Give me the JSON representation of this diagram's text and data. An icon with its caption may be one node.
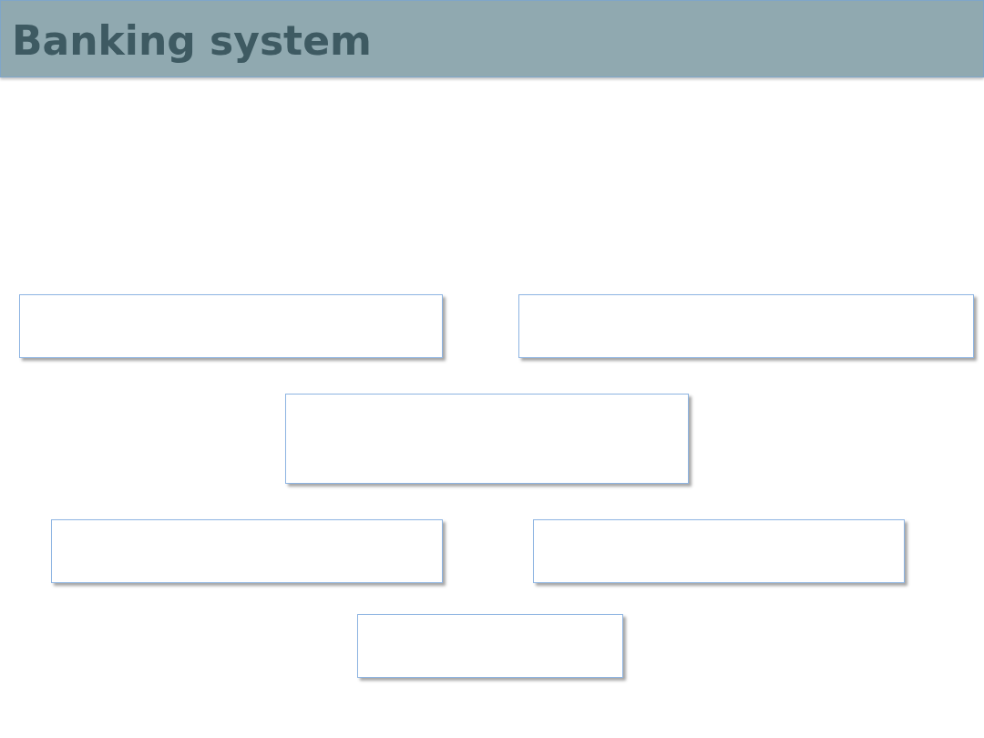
{
  "diagram": {
    "title": "Banking system",
    "nodes": [
      {
        "text": [],
        "shape": "box"
      },
      {
        "text": [],
        "shape": "box"
      },
      {
        "text": [],
        "shape": "box"
      },
      {
        "text": [],
        "shape": "box"
      },
      {
        "text": [],
        "shape": "box"
      },
      {
        "text": [],
        "shape": "box"
      }
    ]
  }
}
